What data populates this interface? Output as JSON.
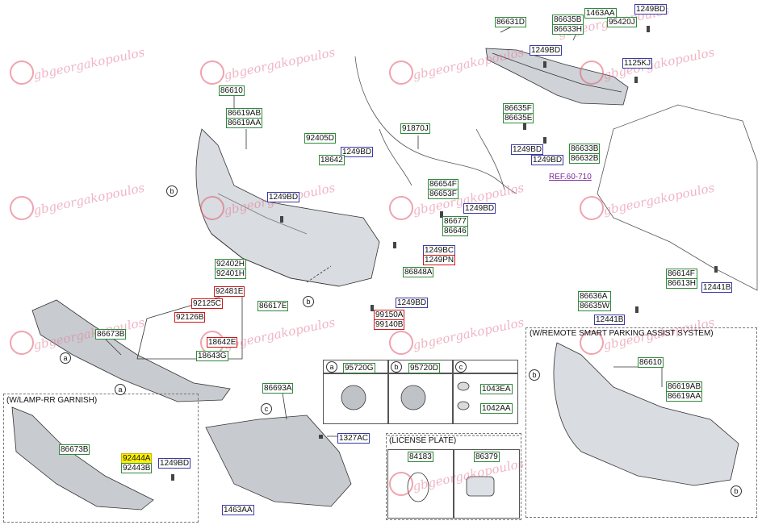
{
  "watermark": {
    "text": "gbgeorgakopoulos"
  },
  "labels": {
    "l86631D": "86631D",
    "l86635B": "86635B",
    "l86633H": "86633H",
    "l1463AA_top": "1463AA",
    "l95420J": "95420J",
    "l1249BD_tr": "1249BD",
    "l1249BD_t2": "1249BD",
    "l1125KJ": "1125KJ",
    "l86635F": "86635F",
    "l86635E": "86635E",
    "l1249BD_m1": "1249BD",
    "l1249BD_m2": "1249BD",
    "l86633B": "86633B",
    "l86632B": "86632B",
    "l86610": "86610",
    "l86619AB": "86619AB",
    "l86619AA": "86619AA",
    "l92405D": "92405D",
    "l1249BD_c": "1249BD",
    "l18642": "18642",
    "l91870J": "91870J",
    "l1249BD_l": "1249BD",
    "l86654F": "86654F",
    "l86653F": "86653F",
    "l1249BD_r": "1249BD",
    "l86677": "86677",
    "l86646": "86646",
    "l1249BC": "1249BC",
    "l1249PN": "1249PN",
    "l86848A": "86848A",
    "l92402H": "92402H",
    "l92401H": "92401H",
    "l92481E": "92481E",
    "l92125C": "92125C",
    "l92126B": "92126B",
    "l18642E": "18642E",
    "l18643G": "18643G",
    "l86617E": "86617E",
    "l1249BD_b": "1249BD",
    "l99150A": "99150A",
    "l99140B": "99140B",
    "l86673B": "86673B",
    "l86693A": "86693A",
    "l1327AC": "1327AC",
    "l1463AA_bot": "1463AA",
    "l95720G": "95720G",
    "l95720D": "95720D",
    "l1043EA": "1043EA",
    "l1042AA": "1042AA",
    "l84183": "84183",
    "l86379": "86379",
    "l86673B_g": "86673B",
    "l92444A": "92444A",
    "l92443B": "92443B",
    "l1249BD_g": "1249BD",
    "l86614F": "86614F",
    "l86613H": "86613H",
    "l12441B_a": "12441B",
    "l86636A": "86636A",
    "l86635W": "86635W",
    "l12441B_b": "12441B",
    "l86610_r": "86610",
    "l86619AB_r": "86619AB",
    "l86619AA_r": "86619AA"
  },
  "ref": "REF.60-710",
  "captions": {
    "remote": "(W/REMOTE SMART PARKING ASSIST SYSTEM)",
    "lamp": "(W/LAMP-RR GARNISH)",
    "license": "(LICENSE PLATE)"
  },
  "callouts": {
    "a": "a",
    "b": "b",
    "c": "c"
  }
}
